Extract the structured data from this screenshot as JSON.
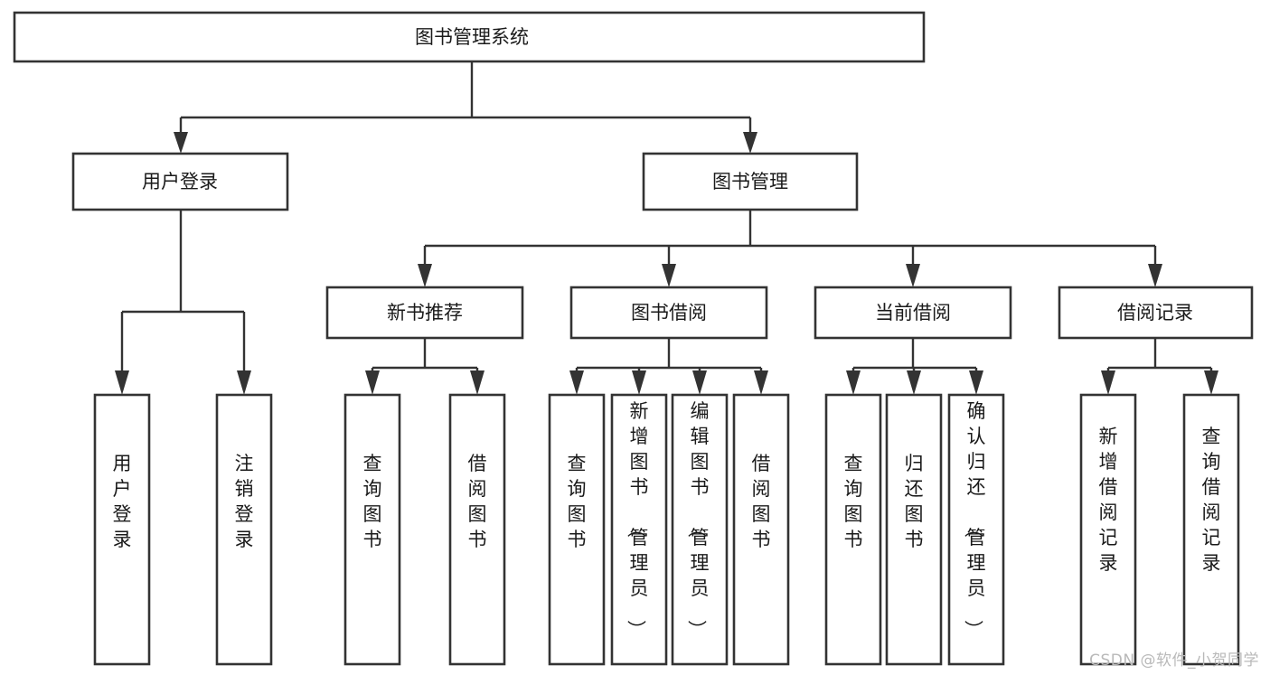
{
  "diagram": {
    "type": "tree-hierarchy-flowchart",
    "title": "图书管理系统",
    "watermark": "CSDN @软件_小贺同学",
    "colors": {
      "box_stroke": "#333333",
      "box_fill": "#ffffff",
      "text": "#1a1a1a",
      "background": "#ffffff",
      "watermark": "#b9b9b9"
    },
    "nodes": {
      "root": {
        "label": "图书管理系统",
        "level": 1,
        "orientation": "horizontal"
      },
      "level2": [
        {
          "id": "user-login",
          "label": "用户登录"
        },
        {
          "id": "book-manage",
          "label": "图书管理"
        }
      ],
      "level3": [
        {
          "id": "new-book-recommend",
          "label": "新书推荐",
          "parent": "book-manage"
        },
        {
          "id": "book-borrow",
          "label": "图书借阅",
          "parent": "book-manage"
        },
        {
          "id": "current-borrow",
          "label": "当前借阅",
          "parent": "book-manage"
        },
        {
          "id": "borrow-record",
          "label": "借阅记录",
          "parent": "book-manage"
        }
      ],
      "leaves": [
        {
          "id": "leaf-user-login",
          "label": "用户登录",
          "parent": "user-login"
        },
        {
          "id": "leaf-logout-login",
          "label": "注销登录",
          "parent": "user-login"
        },
        {
          "id": "leaf-query-book-1",
          "label": "查询图书",
          "parent": "new-book-recommend"
        },
        {
          "id": "leaf-borrow-book-1",
          "label": "借阅图书",
          "parent": "new-book-recommend"
        },
        {
          "id": "leaf-query-book-2",
          "label": "查询图书",
          "parent": "book-borrow"
        },
        {
          "id": "leaf-add-book",
          "label": "新增图书（管理员）",
          "parent": "book-borrow"
        },
        {
          "id": "leaf-edit-book",
          "label": "编辑图书（管理员）",
          "parent": "book-borrow"
        },
        {
          "id": "leaf-borrow-book-2",
          "label": "借阅图书",
          "parent": "book-borrow"
        },
        {
          "id": "leaf-query-book-3",
          "label": "查询图书",
          "parent": "current-borrow"
        },
        {
          "id": "leaf-return-book",
          "label": "归还图书",
          "parent": "current-borrow"
        },
        {
          "id": "leaf-confirm-return",
          "label": "确认归还（管理员）",
          "parent": "current-borrow"
        },
        {
          "id": "leaf-add-record",
          "label": "新增借阅记录",
          "parent": "borrow-record"
        },
        {
          "id": "leaf-query-record",
          "label": "查询借阅记录",
          "parent": "borrow-record"
        }
      ]
    }
  }
}
